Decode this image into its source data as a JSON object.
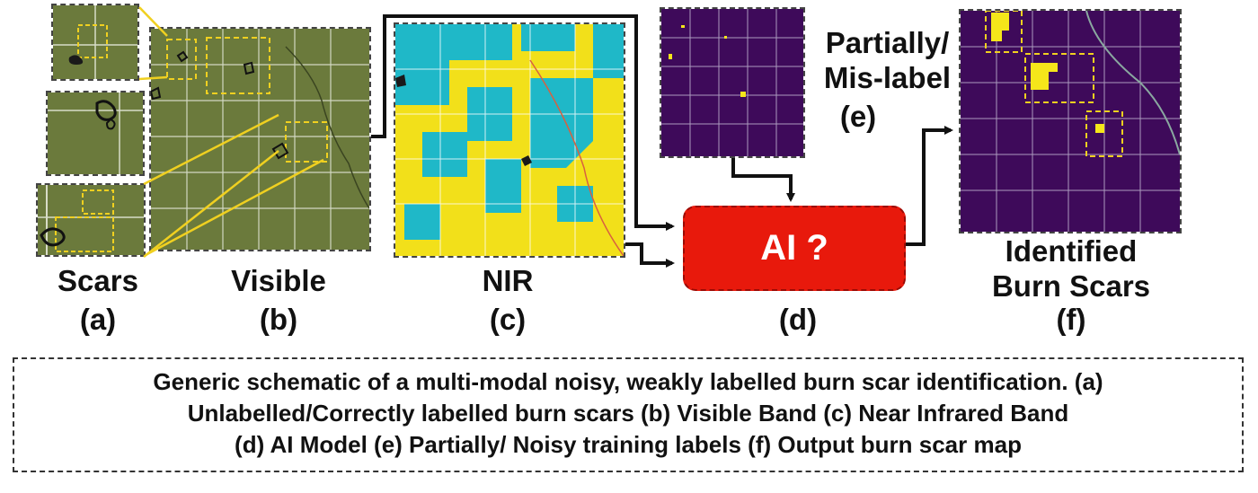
{
  "labels": {
    "scars": "Scars",
    "scars_tag": "(a)",
    "visible": "Visible",
    "visible_tag": "(b)",
    "nir": "NIR",
    "nir_tag": "(c)",
    "ai": "AI ?",
    "ai_tag": "(d)",
    "mislabel_line1": "Partially/",
    "mislabel_line2": "Mis-label",
    "mislabel_tag": "(e)",
    "identified_line1": "Identified",
    "identified_line2": "Burn Scars",
    "identified_tag": "(f)"
  },
  "caption": {
    "line1": "Generic schematic of a multi-modal noisy, weakly labelled burn scar identification. (a)",
    "line2": "Unlabelled/Correctly labelled burn scars (b) Visible Band (c) Near Infrared Band",
    "line3": "(d) AI Model (e) Partially/ Noisy training labels (f) Output burn scar map"
  },
  "colors": {
    "visible_green": "#6b7a3c",
    "nir_cyan": "#1fb8c8",
    "nir_yellow": "#f2e01a",
    "label_purple": "#3e0a5a",
    "label_yellow": "#f5e61a",
    "ai_red": "#e8190c",
    "dashed_yellow": "#f0d020"
  }
}
